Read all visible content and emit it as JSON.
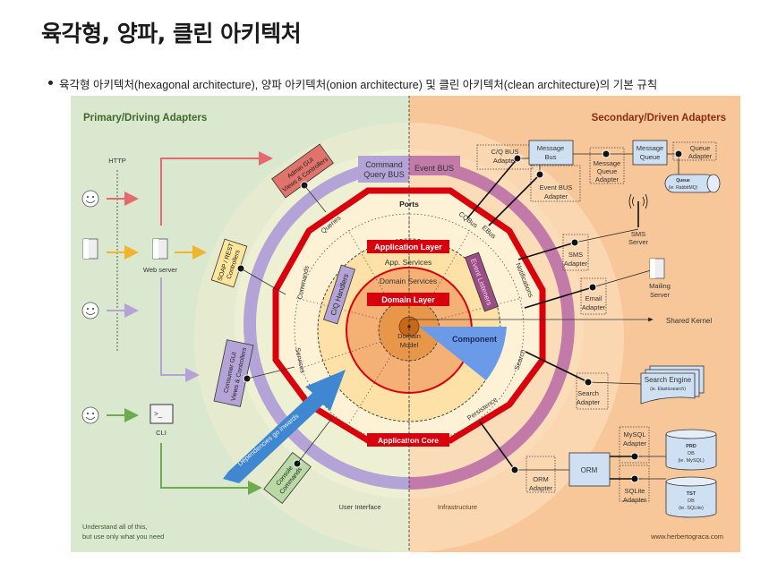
{
  "page": {
    "title": "육각형, 양파, 클린 아키텍처",
    "bullet": "육각형 아키텍처(hexagonal architecture), 양파 아키텍처(onion architecture) 및 클린 아키텍처(clean architecture)의 기본 규칙"
  },
  "diagram": {
    "primary_title": "Primary/Driving Adapters",
    "secondary_title": "Secondary/Driven Adapters",
    "http_label": "HTTP",
    "web_server_label": "Web server",
    "cli_label": "CLI",
    "cli_prompt": ">_",
    "footer_left_1": "Understand all of this,",
    "footer_left_2": "but use only what you need",
    "footer_right": "www.herbertograca.com",
    "user_interface": "User Interface",
    "infrastructure": "Infrastructure",
    "command_query_bus_1": "Command",
    "command_query_bus_2": "Query BUS",
    "event_bus": "Event BUS",
    "ports": "Ports",
    "application_layer": "Application Layer",
    "app_services": "App. Services",
    "domain_services": "Domain Services",
    "domain_layer": "Domain Layer",
    "domain_model_1": "Domain",
    "domain_model_2": "Model",
    "component": "Component",
    "application_core": "Application Core",
    "shared_kernel": "Shared Kernel",
    "dependencies": "Dependencies go inwards",
    "port_labels": {
      "queries": "Queries",
      "commands": "Commands",
      "services": "Services",
      "cqbus": "CQBus",
      "ebus": "EBus",
      "notifications": "Notifications",
      "search": "Search",
      "persistence": "Persistence",
      "port_symbol": "<|>"
    },
    "primary_adapters": {
      "admin_gui_1": "Admin GUI",
      "admin_gui_2": "Views & Controllers",
      "soap_rest_1": "SOAP / REST",
      "soap_rest_2": "Controllers",
      "consumer_gui_1": "Consumer GUI",
      "consumer_gui_2": "Views & Controllers",
      "console_1": "Console",
      "console_2": "Commands",
      "cq_handlers": "C/Q Handlers",
      "event_listeners": "Event Listeners"
    },
    "secondary_adapters": {
      "cq_bus_adapter_1": "C/Q BUS",
      "cq_bus_adapter_2": "Adapter",
      "message_bus_1": "Message",
      "message_bus_2": "Bus",
      "event_bus_adapter_1": "Event BUS",
      "event_bus_adapter_2": "Adapter",
      "mq_adapter_1": "Message",
      "mq_adapter_2": "Queue",
      "mq_adapter_3": "Adapter",
      "message_queue_1": "Message",
      "message_queue_2": "Queue",
      "queue_adapter_1": "Queue",
      "queue_adapter_2": "Adapter",
      "queue_1": "Queue",
      "queue_2": "(ie. RabbitMQ)",
      "sms_server_1": "SMS",
      "sms_server_2": "Server",
      "sms_adapter_1": "SMS",
      "sms_adapter_2": "Adapter",
      "mailing_server_1": "Mailing",
      "mailing_server_2": "Server",
      "email_adapter_1": "Email",
      "email_adapter_2": "Adapter",
      "search_engine_1": "Search Engine",
      "search_engine_2": "(ie. Elasticsearch)",
      "search_adapter_1": "Search",
      "search_adapter_2": "Adapter",
      "orm": "ORM",
      "orm_adapter_1": "ORM",
      "orm_adapter_2": "Adapter",
      "mysql_adapter_1": "MySQL",
      "mysql_adapter_2": "Adapter",
      "sqlite_adapter_1": "SQLite",
      "sqlite_adapter_2": "Adapter",
      "prd_db_1": "PRD",
      "prd_db_2": "DB",
      "prd_db_3": "(ie. MySQL)",
      "tst_db_1": "TST",
      "tst_db_2": "DB",
      "tst_db_3": "(ie. SQLite)"
    },
    "colors": {
      "left_bg": "#d9e8cf",
      "right_bg": "#f7c79a",
      "red": "#d9000d",
      "purple_ring": "#b3a3d6",
      "magenta_ring": "#c27aa8",
      "blue_arrow": "#3f87d1",
      "component": "#6b9ae8"
    }
  }
}
